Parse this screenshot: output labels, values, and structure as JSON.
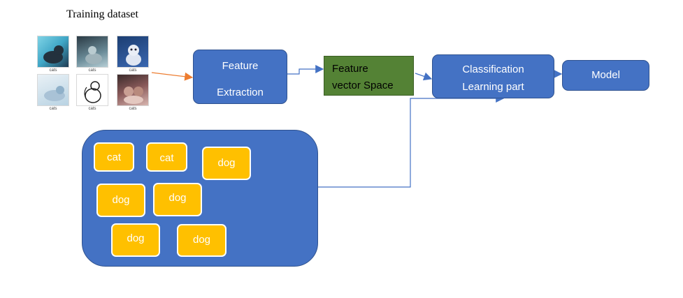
{
  "title": "Training dataset",
  "thumbnails": [
    {
      "caption": "cats"
    },
    {
      "caption": "cats"
    },
    {
      "caption": "cats"
    },
    {
      "caption": "cats"
    },
    {
      "caption": "cats"
    },
    {
      "caption": "cats"
    }
  ],
  "boxes": {
    "feature_extraction": [
      "Feature",
      "Extraction"
    ],
    "feature_vector": [
      "Feature",
      "vector Space"
    ],
    "classification": [
      "Classification",
      "Learning part"
    ],
    "model": "Model"
  },
  "labels": [
    "cat",
    "cat",
    "dog",
    "dog",
    "dog",
    "dog",
    "dog"
  ],
  "colors": {
    "box_blue": "#4472c4",
    "box_border": "#2f528f",
    "box_green": "#548235",
    "label_yellow": "#ffc000",
    "arrow_orange": "#ed7d31",
    "connector_blue": "#4472c4"
  }
}
